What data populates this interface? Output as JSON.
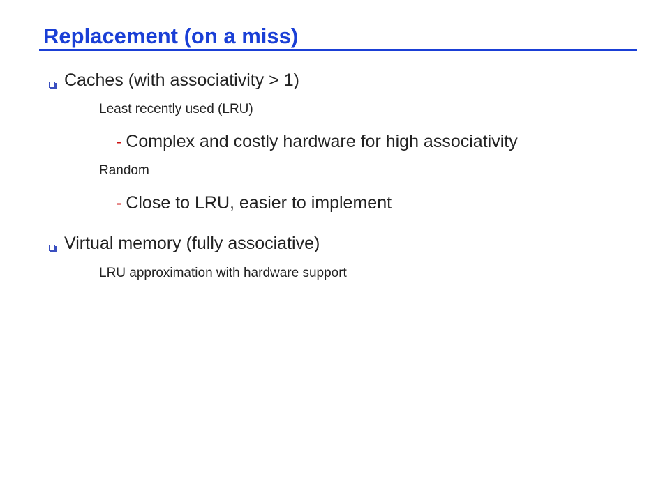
{
  "slide": {
    "title": "Replacement (on a miss)",
    "accent_color": "#1a3fd6",
    "dash_color": "#cc1111",
    "sections": [
      {
        "text": "Caches (with associativity > 1)",
        "items": [
          {
            "text": "Least recently used (LRU)",
            "detail_marker": "-",
            "detail": "Complex and costly hardware for high associativity"
          },
          {
            "text": "Random",
            "detail_marker": "-",
            "detail": "Close to LRU, easier to implement"
          }
        ]
      },
      {
        "text": "Virtual memory (fully associative)",
        "items": [
          {
            "text": "LRU approximation with hardware support"
          }
        ]
      }
    ]
  }
}
